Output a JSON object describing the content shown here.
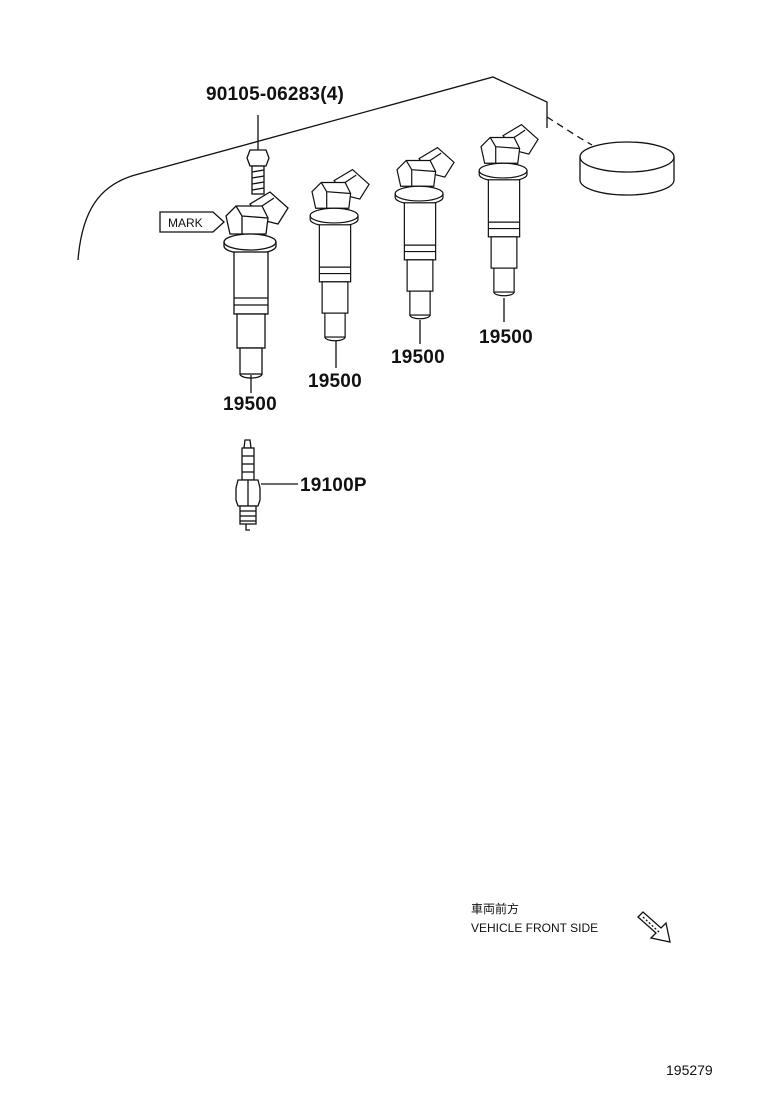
{
  "callouts": {
    "bolt": "90105-06283(4)",
    "coil_1": "19500",
    "coil_2": "19500",
    "coil_3": "19500",
    "coil_4": "19500",
    "spark_plug": "19100P"
  },
  "mark_label": "MARK",
  "direction": {
    "japanese": "車両前方",
    "english": "VEHICLE FRONT SIDE"
  },
  "illustration_number": "195279",
  "icons": [
    "ignition-coil-icon",
    "bolt-icon",
    "spark-plug-icon",
    "direction-arrow-icon",
    "cap-icon"
  ],
  "colors": {
    "ink": "#111111",
    "background": "#ffffff"
  }
}
